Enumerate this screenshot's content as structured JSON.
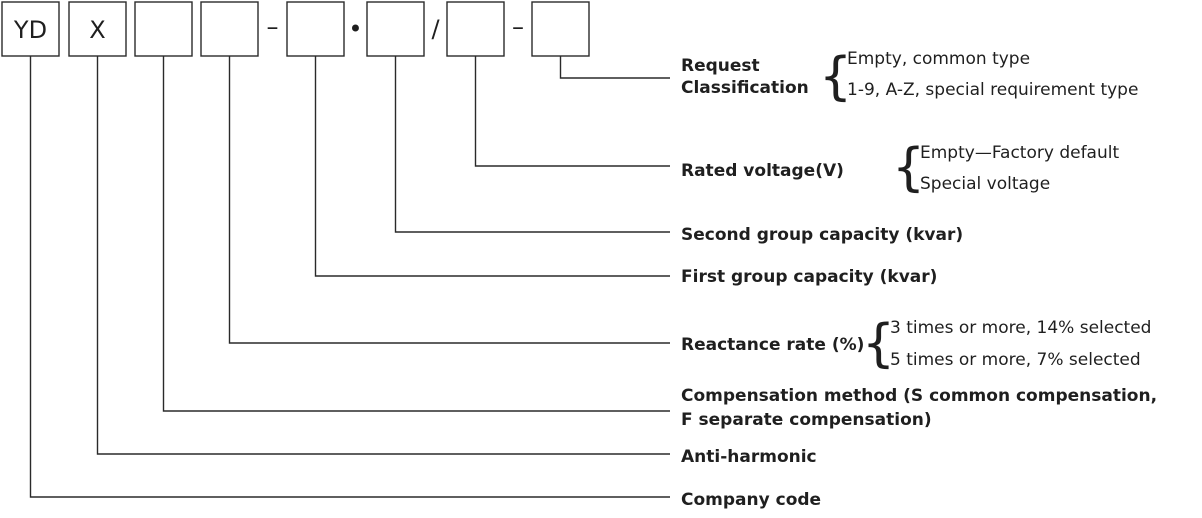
{
  "code_boxes": [
    "YD",
    "X",
    "",
    "",
    "",
    "",
    "",
    ""
  ],
  "separators": [
    "–",
    "•",
    "/",
    "–"
  ],
  "labels": {
    "request_classification": [
      "Request",
      "Classification"
    ],
    "rated_voltage": "Rated voltage(V)",
    "second_group_capacity": "Second group capacity (kvar)",
    "first_group_capacity": "First group capacity (kvar)",
    "reactance_rate": "Reactance rate (%)",
    "compensation_method": [
      "Compensation method (S common compensation,",
      "F separate compensation)"
    ],
    "anti_harmonic": "Anti-harmonic",
    "company_code": "Company code"
  },
  "options": {
    "request_classification": [
      "Empty, common type",
      "1-9, A-Z, special requirement type"
    ],
    "rated_voltage": [
      "Empty—Factory default",
      "Special voltage"
    ],
    "reactance_rate": [
      "3 times or more, 14% selected",
      "5 times or more, 7% selected"
    ]
  },
  "brace_symbol": "{"
}
